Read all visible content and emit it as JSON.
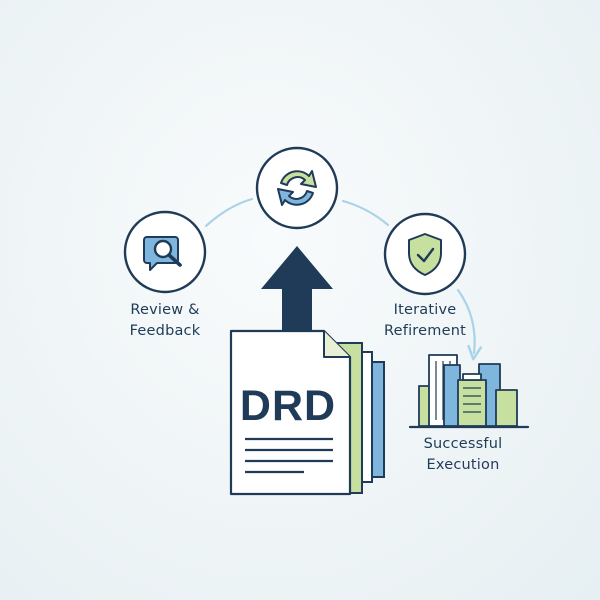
{
  "colors": {
    "navy": "#1f3b57",
    "blue": "#7fb6dd",
    "green": "#c7e0a0",
    "connector": "#a9d3e8",
    "background": "#eef4f6"
  },
  "nodes": {
    "review": {
      "icon": "magnifier-speech-bubble-icon",
      "line1": "Review &",
      "line2": "Feedback"
    },
    "cycle": {
      "icon": "refresh-cycle-icon"
    },
    "refinement": {
      "icon": "shield-check-icon",
      "line1": "Iterative",
      "line2": "Refirement"
    },
    "execution": {
      "icon": "city-buildings-icon",
      "line1": "Successful",
      "line2": "Execution"
    }
  },
  "document": {
    "title": "DRD",
    "icon": "document-stack-icon"
  },
  "arrow": {
    "icon": "up-arrow-icon"
  }
}
